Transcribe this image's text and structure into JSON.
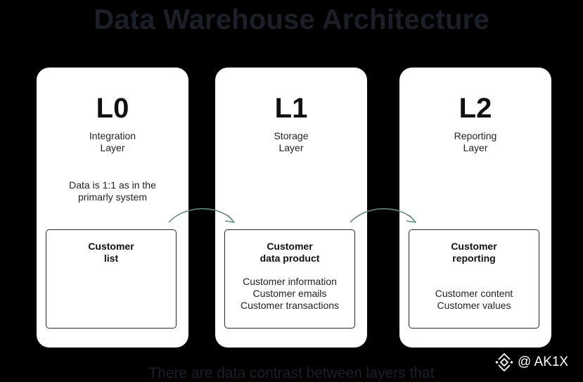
{
  "title": "Data Warehouse Architecture",
  "layers": [
    {
      "code": "L0",
      "name": [
        "Integration",
        "Layer"
      ],
      "note": [
        "Data is 1:1 as in the",
        "primarly system"
      ],
      "box": {
        "title": [
          "Customer",
          "list"
        ],
        "items": []
      }
    },
    {
      "code": "L1",
      "name": [
        "Storage",
        "Layer"
      ],
      "note": [],
      "box": {
        "title": [
          "Customer",
          "data product"
        ],
        "items": [
          "Customer information",
          "Customer emails",
          "Customer transactions"
        ]
      }
    },
    {
      "code": "L2",
      "name": [
        "Reporting",
        "Layer"
      ],
      "note": [],
      "box": {
        "title": [
          "Customer",
          "reporting"
        ],
        "items": [
          "Customer content",
          "Customer values"
        ]
      }
    }
  ],
  "caption": "There are data contrast between layers that",
  "watermark": {
    "text": "@ AK1X",
    "icon": "binance-diamond-icon"
  },
  "colors": {
    "background": "#000000",
    "card": "#ffffff",
    "arrow": "#5f8f7c",
    "title": "#1b1f27"
  }
}
